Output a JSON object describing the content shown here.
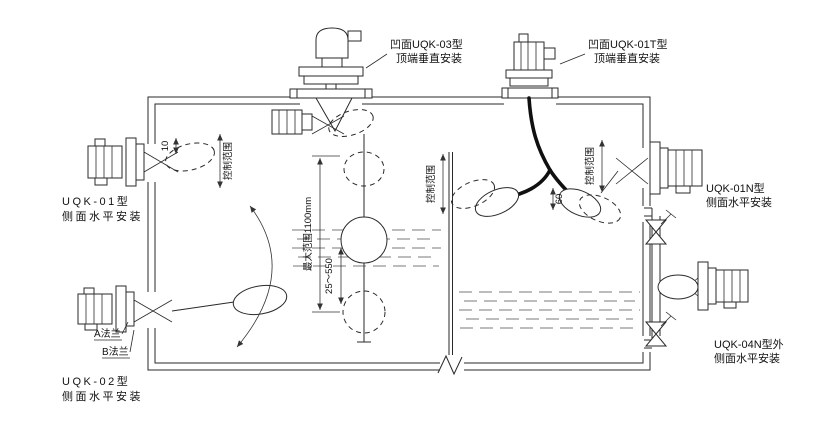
{
  "diagram": {
    "colors": {
      "background": "#ffffff",
      "line": "#2a2a2a",
      "cable": "#101010"
    },
    "labels": {
      "uqk03_l1": "凹面UQK-03型",
      "uqk03_l2": "顶端垂直安装",
      "uqk01t_l1": "凹面UQK-01T型",
      "uqk01t_l2": "顶端垂直安装",
      "uqk01_l1": "UQK-01型",
      "uqk01_l2": "侧面水平安装",
      "uqk02_l1": "UQK-02型",
      "uqk02_l2": "侧面水平安装",
      "uqk01n_l1": "UQK-01N型",
      "uqk01n_l2": "侧面水平安装",
      "uqk04n_l1": "UQK-04N型外",
      "uqk04n_l2": "侧面水平安装",
      "flange_a": "A法兰",
      "flange_b": "B法兰"
    },
    "dimensions": {
      "control_range_left": "控制范围",
      "control_range_mid": "控制范围",
      "control_range_right": "控制范围",
      "max_range": "最大范围1100mm",
      "range_25_550": "25～550",
      "dim_10": "10",
      "dim_60": "60"
    }
  }
}
